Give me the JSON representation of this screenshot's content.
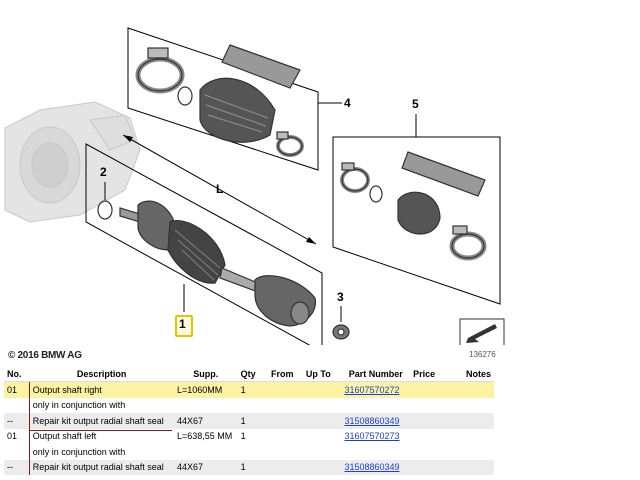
{
  "diagram": {
    "callouts": [
      "1",
      "2",
      "3",
      "4",
      "5"
    ],
    "dimension_label": "L",
    "copyright": "© 2016 BMW AG",
    "image_number": "136276"
  },
  "table": {
    "headers": [
      "No.",
      "Description",
      "Supp.",
      "Qty",
      "From",
      "Up To",
      "Part Number",
      "Price",
      "Notes"
    ],
    "rows": [
      {
        "no": "01",
        "desc": "Output shaft right",
        "supp": "L=1060MM",
        "qty": "1",
        "from": "",
        "upto": "",
        "part": "31607570272",
        "price": "",
        "notes": ""
      },
      {
        "no": "",
        "desc": "only in conjunction with",
        "supp": "",
        "qty": "",
        "from": "",
        "upto": "",
        "part": "",
        "price": "",
        "notes": ""
      },
      {
        "no": "--",
        "desc": "Repair kit output radial shaft seal",
        "supp": "44X67",
        "qty": "1",
        "from": "",
        "upto": "",
        "part": "31508860349",
        "price": "",
        "notes": ""
      },
      {
        "no": "01",
        "desc": "Output shaft left",
        "supp": "L=638,55 MM",
        "qty": "1",
        "from": "",
        "upto": "",
        "part": "31607570273",
        "price": "",
        "notes": ""
      },
      {
        "no": "",
        "desc": "only in conjunction with",
        "supp": "",
        "qty": "",
        "from": "",
        "upto": "",
        "part": "",
        "price": "",
        "notes": ""
      },
      {
        "no": "--",
        "desc": "Repair kit output radial shaft seal",
        "supp": "44X67",
        "qty": "1",
        "from": "",
        "upto": "",
        "part": "31508860349",
        "price": "",
        "notes": ""
      }
    ]
  }
}
